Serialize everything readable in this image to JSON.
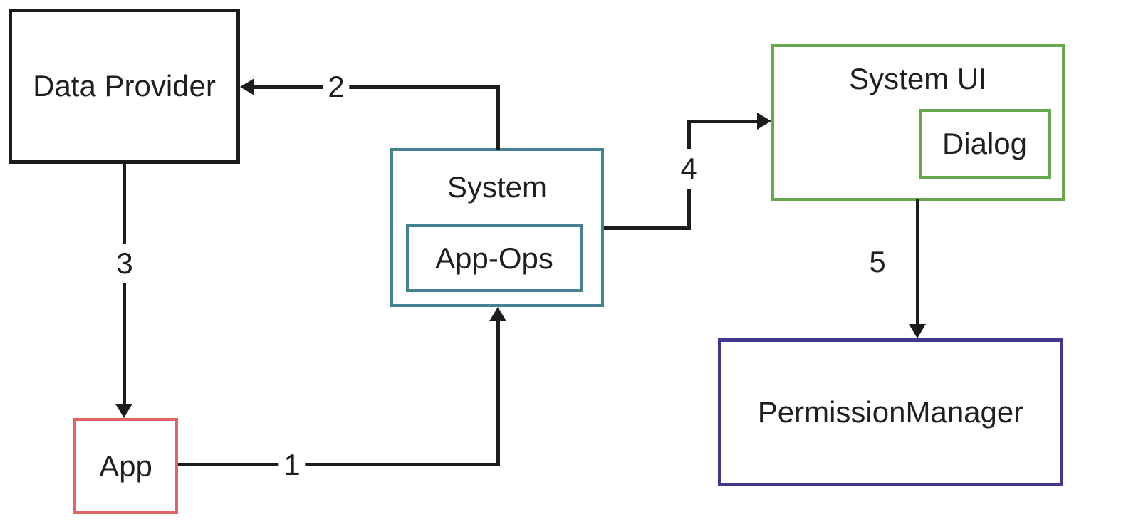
{
  "colors": {
    "line": "#1c1c1c",
    "text": "#1f1f1f",
    "data_provider_border": "#1c1c1c",
    "app_border": "#e06666",
    "system_border": "#45818e",
    "system_ui_border": "#6aa84f",
    "permission_manager_border": "#40388c"
  },
  "nodes": {
    "data_provider": {
      "label": "Data Provider"
    },
    "app": {
      "label": "App"
    },
    "system": {
      "label": "System",
      "child": {
        "label": "App-Ops"
      }
    },
    "system_ui": {
      "label": "System UI",
      "child": {
        "label": "Dialog"
      }
    },
    "permission_manager": {
      "label": "PermissionManager"
    }
  },
  "edges": [
    {
      "label": "1",
      "from": "App",
      "to": "System"
    },
    {
      "label": "2",
      "from": "System",
      "to": "Data Provider"
    },
    {
      "label": "3",
      "from": "Data Provider",
      "to": "App"
    },
    {
      "label": "4",
      "from": "System",
      "to": "System UI"
    },
    {
      "label": "5",
      "from": "System UI",
      "to": "PermissionManager"
    }
  ]
}
